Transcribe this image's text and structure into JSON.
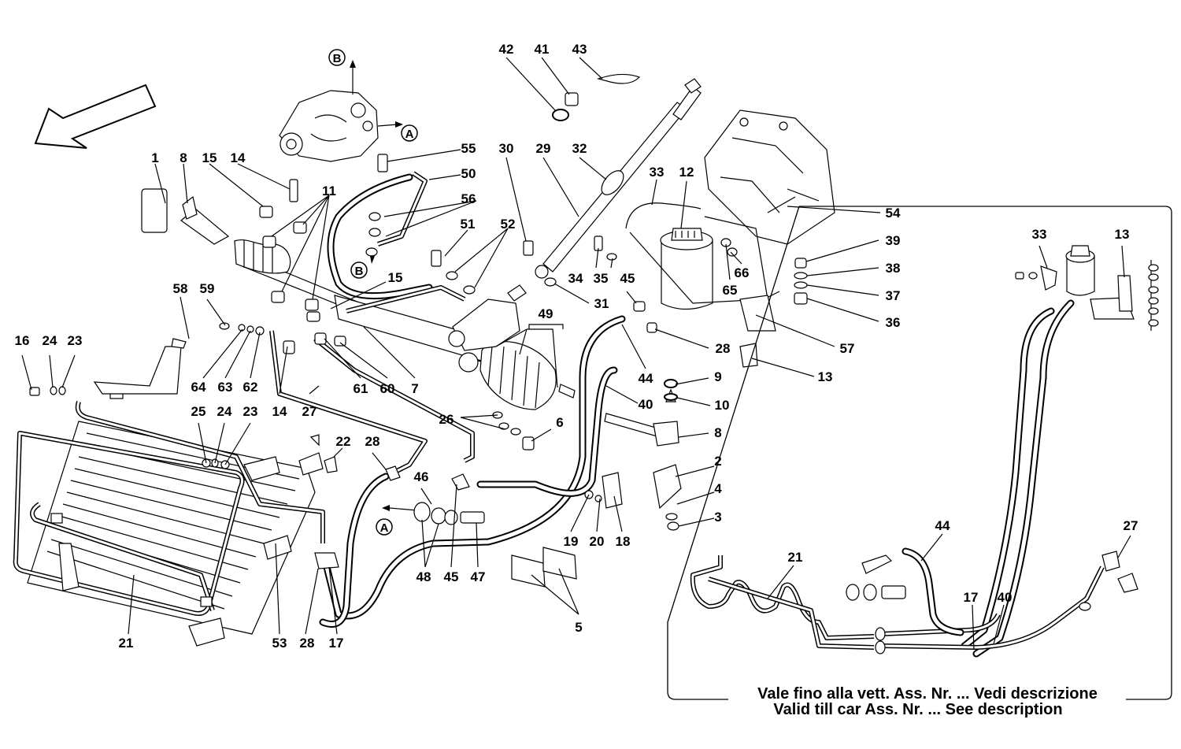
{
  "references": {
    "ref_a": "A",
    "ref_b": "B"
  },
  "labels": [
    {
      "id": "l1",
      "text": "1"
    },
    {
      "id": "l8a",
      "text": "8"
    },
    {
      "id": "l15a",
      "text": "15"
    },
    {
      "id": "l14a",
      "text": "14"
    },
    {
      "id": "l11",
      "text": "11"
    },
    {
      "id": "l55",
      "text": "55"
    },
    {
      "id": "l50",
      "text": "50"
    },
    {
      "id": "l56",
      "text": "56"
    },
    {
      "id": "l51",
      "text": "51"
    },
    {
      "id": "l52",
      "text": "52"
    },
    {
      "id": "l15b",
      "text": "15"
    },
    {
      "id": "l30",
      "text": "30"
    },
    {
      "id": "l29",
      "text": "29"
    },
    {
      "id": "l32",
      "text": "32"
    },
    {
      "id": "l42",
      "text": "42"
    },
    {
      "id": "l41",
      "text": "41"
    },
    {
      "id": "l43",
      "text": "43"
    },
    {
      "id": "l33a",
      "text": "33"
    },
    {
      "id": "l12",
      "text": "12"
    },
    {
      "id": "l54",
      "text": "54"
    },
    {
      "id": "l39",
      "text": "39"
    },
    {
      "id": "l38",
      "text": "38"
    },
    {
      "id": "l37",
      "text": "37"
    },
    {
      "id": "l36",
      "text": "36"
    },
    {
      "id": "l66",
      "text": "66"
    },
    {
      "id": "l65",
      "text": "65"
    },
    {
      "id": "l34",
      "text": "34"
    },
    {
      "id": "l35",
      "text": "35"
    },
    {
      "id": "l45a",
      "text": "45"
    },
    {
      "id": "l31",
      "text": "31"
    },
    {
      "id": "l57",
      "text": "57"
    },
    {
      "id": "l28a",
      "text": "28"
    },
    {
      "id": "l13a",
      "text": "13"
    },
    {
      "id": "l58",
      "text": "58"
    },
    {
      "id": "l59",
      "text": "59"
    },
    {
      "id": "l16",
      "text": "16"
    },
    {
      "id": "l24a",
      "text": "24"
    },
    {
      "id": "l23a",
      "text": "23"
    },
    {
      "id": "l64",
      "text": "64"
    },
    {
      "id": "l63",
      "text": "63"
    },
    {
      "id": "l62",
      "text": "62"
    },
    {
      "id": "l61",
      "text": "61"
    },
    {
      "id": "l60",
      "text": "60"
    },
    {
      "id": "l7",
      "text": "7"
    },
    {
      "id": "l49",
      "text": "49"
    },
    {
      "id": "l14b",
      "text": "14"
    },
    {
      "id": "l27a",
      "text": "27"
    },
    {
      "id": "l44a",
      "text": "44"
    },
    {
      "id": "l9",
      "text": "9"
    },
    {
      "id": "l10",
      "text": "10"
    },
    {
      "id": "l40a",
      "text": "40"
    },
    {
      "id": "l8b",
      "text": "8"
    },
    {
      "id": "l26",
      "text": "26"
    },
    {
      "id": "l6",
      "text": "6"
    },
    {
      "id": "l25",
      "text": "25"
    },
    {
      "id": "l24b",
      "text": "24"
    },
    {
      "id": "l23b",
      "text": "23"
    },
    {
      "id": "l22",
      "text": "22"
    },
    {
      "id": "l28b",
      "text": "28"
    },
    {
      "id": "l2",
      "text": "2"
    },
    {
      "id": "l4",
      "text": "4"
    },
    {
      "id": "l3",
      "text": "3"
    },
    {
      "id": "l46",
      "text": "46"
    },
    {
      "id": "l19",
      "text": "19"
    },
    {
      "id": "l20",
      "text": "20"
    },
    {
      "id": "l18",
      "text": "18"
    },
    {
      "id": "l48",
      "text": "48"
    },
    {
      "id": "l45b",
      "text": "45"
    },
    {
      "id": "l47",
      "text": "47"
    },
    {
      "id": "l5",
      "text": "5"
    },
    {
      "id": "l21a",
      "text": "21"
    },
    {
      "id": "l53",
      "text": "53"
    },
    {
      "id": "l28c",
      "text": "28"
    },
    {
      "id": "l17a",
      "text": "17"
    },
    {
      "id": "l33b",
      "text": "33"
    },
    {
      "id": "l13b",
      "text": "13"
    },
    {
      "id": "l44b",
      "text": "44"
    },
    {
      "id": "l27b",
      "text": "27"
    },
    {
      "id": "l21b",
      "text": "21"
    },
    {
      "id": "l17b",
      "text": "17"
    },
    {
      "id": "l40b",
      "text": "40"
    }
  ],
  "note": {
    "line1": "Vale fino alla vett. Ass. Nr. ... Vedi descrizione",
    "line2": "Valid till car Ass. Nr. ... See description"
  }
}
